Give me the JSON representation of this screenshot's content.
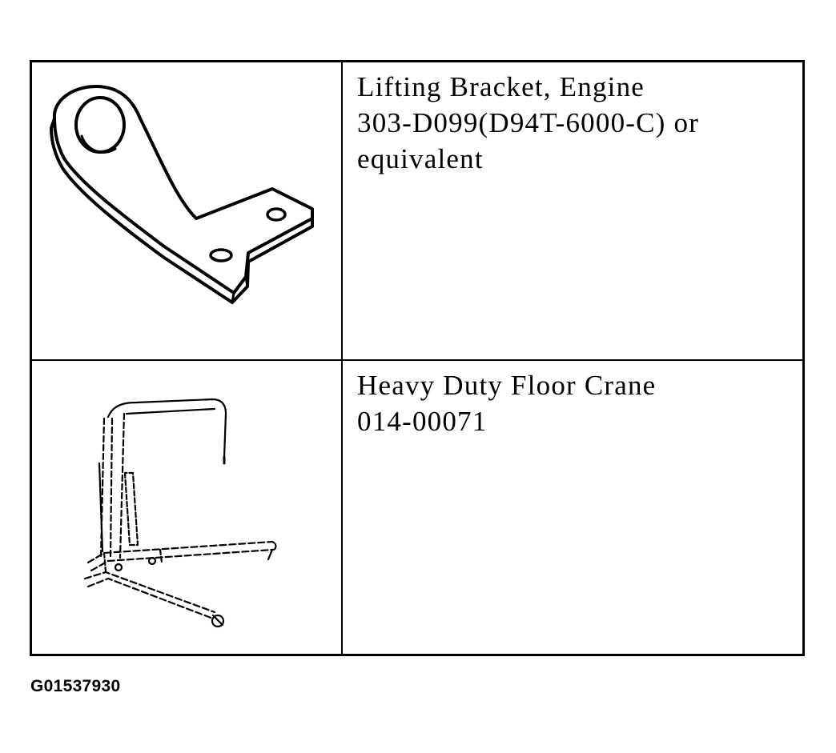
{
  "tools": [
    {
      "illustration": "lifting-bracket-illustration",
      "name": "Lifting Bracket, Engine",
      "number": "303-D099(D94T-6000-C) or",
      "note": "equivalent"
    },
    {
      "illustration": "floor-crane-illustration",
      "name": "Heavy Duty Floor Crane",
      "number": "014-00071"
    }
  ],
  "figure_id": "G01537930"
}
